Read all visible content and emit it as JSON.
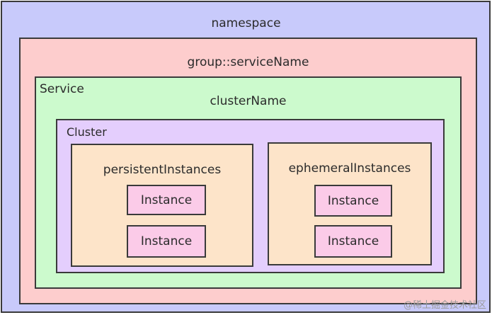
{
  "namespace": {
    "label": "namespace"
  },
  "group": {
    "label": "group::serviceName"
  },
  "service": {
    "label": "Service",
    "cluster_name": "clusterName"
  },
  "cluster": {
    "label": "Cluster"
  },
  "persistent": {
    "label": "persistentInstances",
    "instances": [
      "Instance",
      "Instance"
    ]
  },
  "ephemeral": {
    "label": "ephemeralInstances",
    "instances": [
      "Instance",
      "Instance"
    ]
  },
  "watermark": "@稀土掘金技术社区",
  "colors": {
    "namespace": "#c8cafb",
    "group": "#fdcdcd",
    "service": "#ccfacd",
    "cluster": "#e4cefd",
    "instances_container": "#fde4c9",
    "instance": "#fbcbe8"
  }
}
